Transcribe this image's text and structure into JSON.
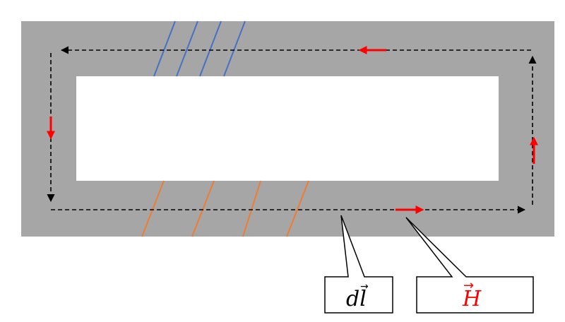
{
  "diagram": {
    "colors": {
      "core": "#a6a6a6",
      "window": "#ffffff",
      "path": "#000000",
      "field_arrow": "#ff0000",
      "coil_primary": "#4472c4",
      "coil_secondary": "#ed7d31",
      "callout_border": "#000000"
    },
    "labels": {
      "dl": "dl",
      "dl_vector_mark": "→",
      "h": "H",
      "h_vector_mark": "→"
    },
    "elements": {
      "core": "magnetic-core",
      "path": "integration-path",
      "primary_coil": "primary-winding",
      "secondary_coil": "secondary-winding"
    }
  }
}
